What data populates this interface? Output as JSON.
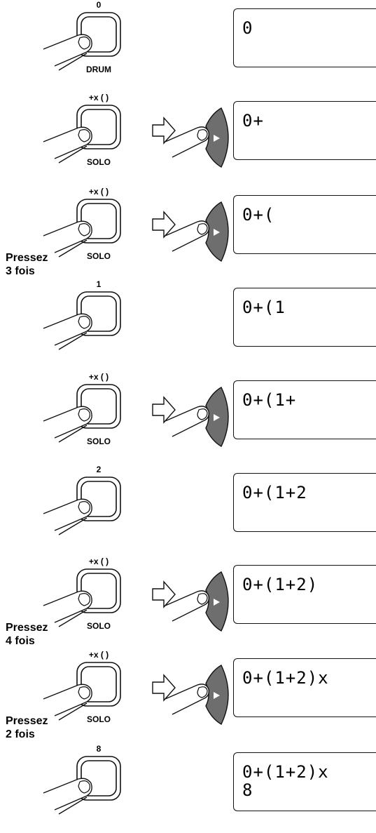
{
  "steps": [
    {
      "button_top": "0",
      "button_bottom": "DRUM",
      "encoder": false,
      "lcd_line1": "0",
      "lcd_line2": "",
      "press_note": ""
    },
    {
      "button_top": "+x ( )",
      "button_bottom": "SOLO",
      "encoder": true,
      "lcd_line1": "0+",
      "lcd_line2": "",
      "press_note": ""
    },
    {
      "button_top": "+x ( )",
      "button_bottom": "SOLO",
      "encoder": true,
      "lcd_line1": "0+(",
      "lcd_line2": "",
      "press_note": "Pressez\n3 fois"
    },
    {
      "button_top": "1",
      "button_bottom": "",
      "encoder": false,
      "lcd_line1": "0+(1",
      "lcd_line2": "",
      "press_note": ""
    },
    {
      "button_top": "+x ( )",
      "button_bottom": "SOLO",
      "encoder": true,
      "lcd_line1": "0+(1+",
      "lcd_line2": "",
      "press_note": ""
    },
    {
      "button_top": "2",
      "button_bottom": "",
      "encoder": false,
      "lcd_line1": "0+(1+2",
      "lcd_line2": "",
      "press_note": ""
    },
    {
      "button_top": "+x ( )",
      "button_bottom": "SOLO",
      "encoder": true,
      "lcd_line1": "0+(1+2)",
      "lcd_line2": "",
      "press_note": "Pressez\n4 fois"
    },
    {
      "button_top": "+x ( )",
      "button_bottom": "SOLO",
      "encoder": true,
      "lcd_line1": "0+(1+2)x",
      "lcd_line2": "",
      "press_note": "Pressez\n2 fois"
    },
    {
      "button_top": "8",
      "button_bottom": "",
      "encoder": false,
      "lcd_line1": "0+(1+2)x",
      "lcd_line2": "8",
      "press_note": ""
    }
  ],
  "icons": {
    "finger": "finger-press-icon",
    "arrow": "right-arrow-icon",
    "encoder": "encoder-dial-icon"
  },
  "colors": {
    "line": "#111111",
    "encoder_fill": "#6e6e6e",
    "background": "#ffffff"
  }
}
